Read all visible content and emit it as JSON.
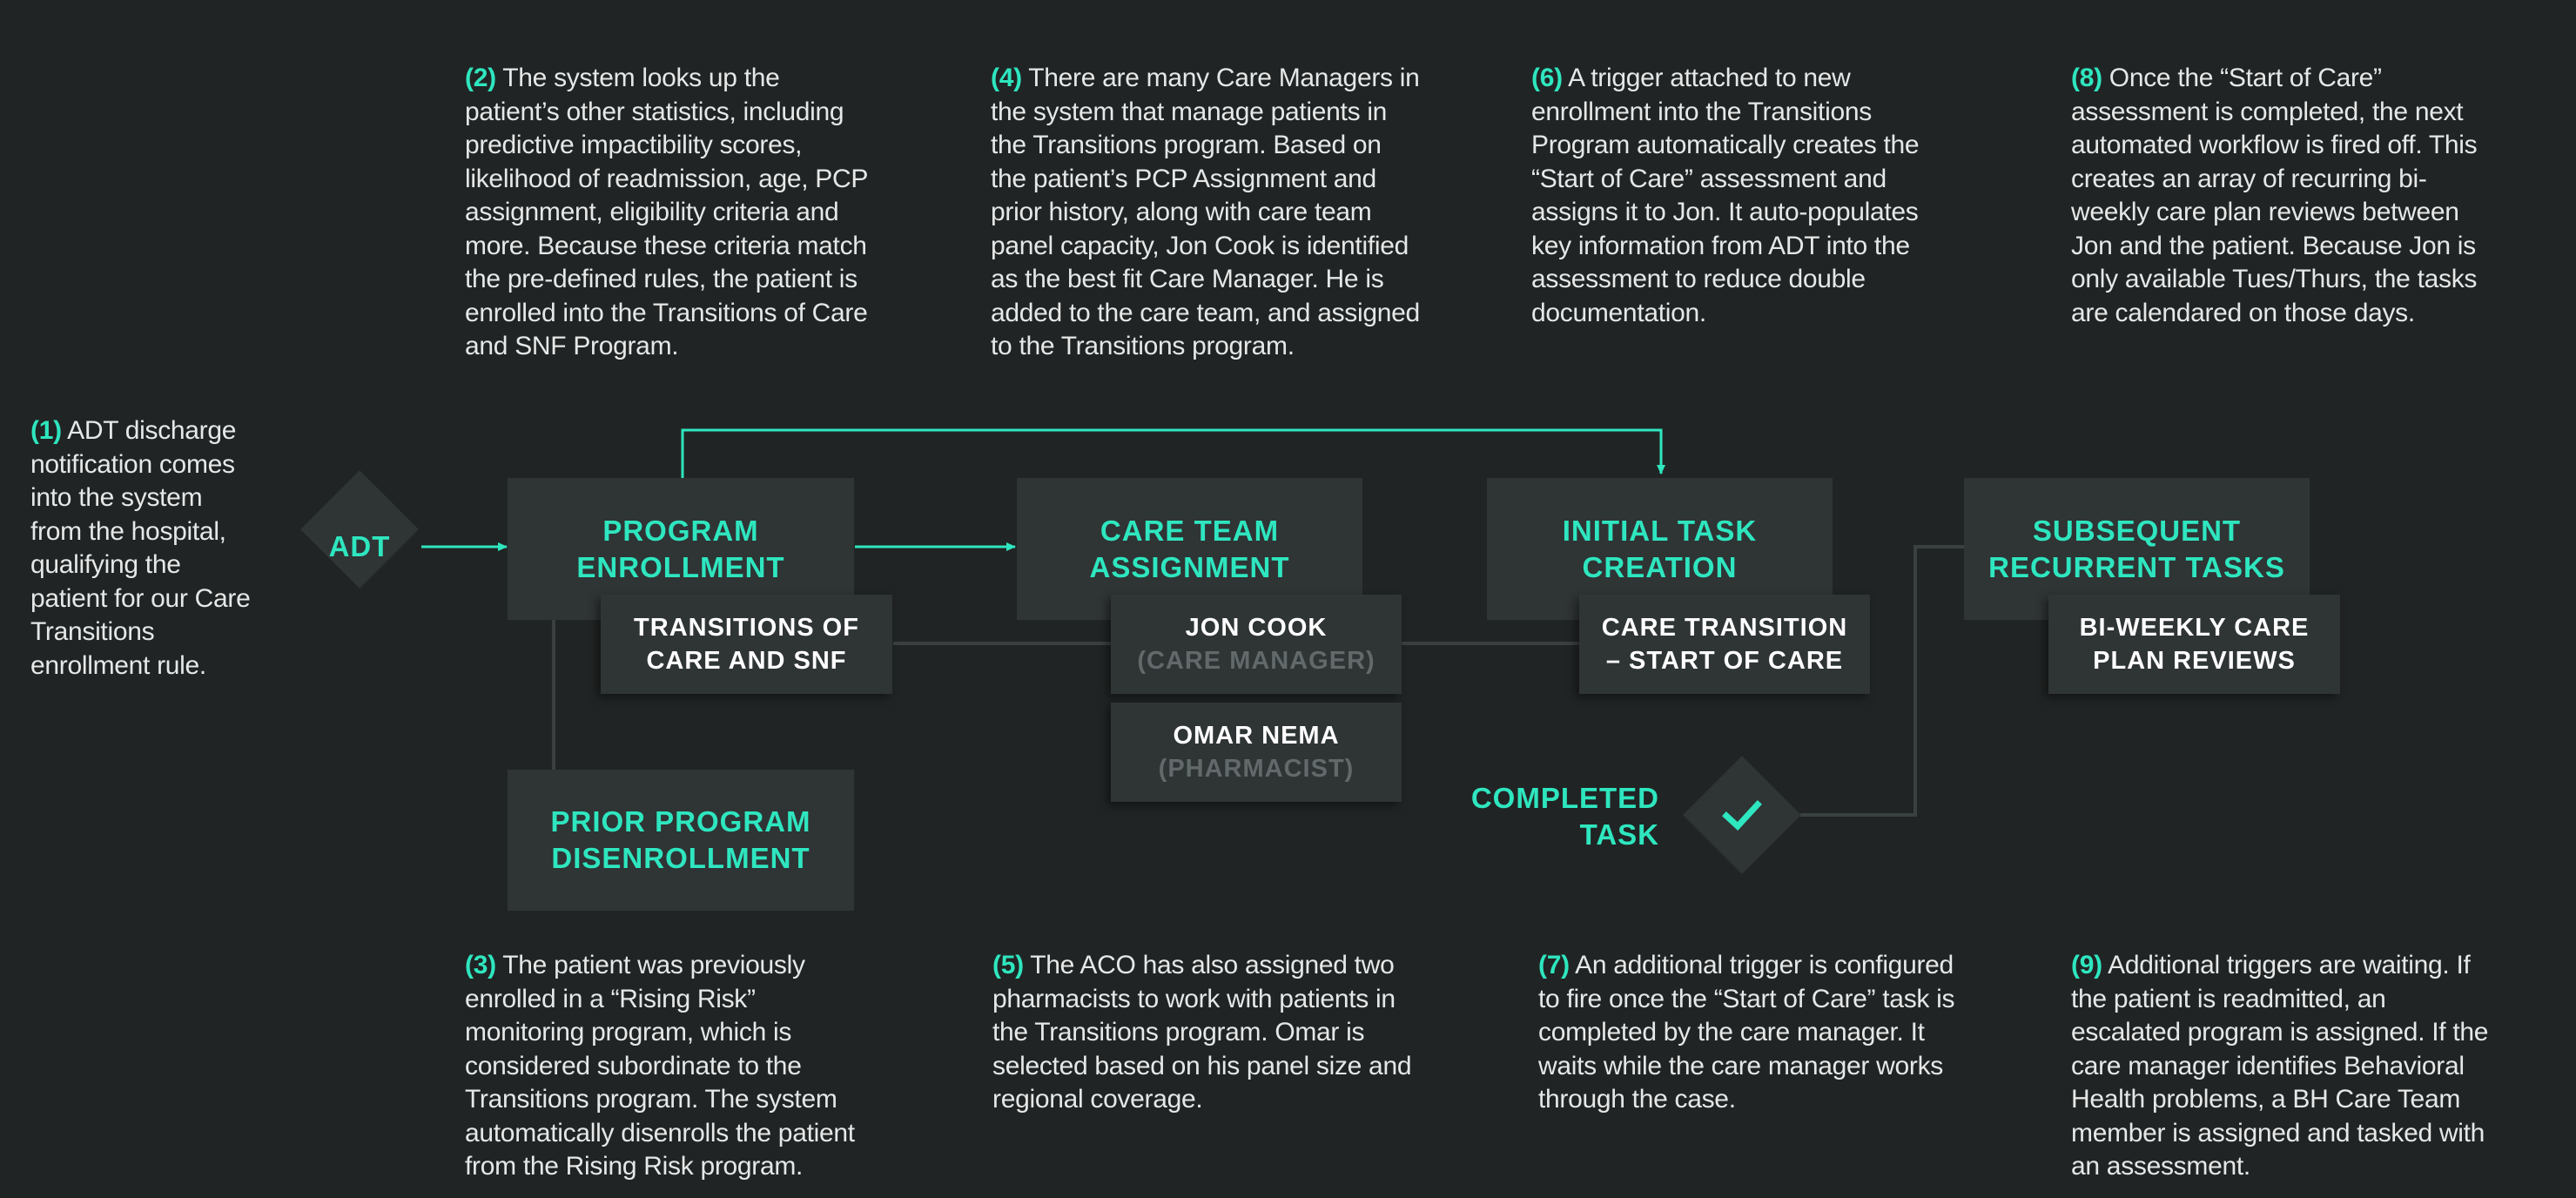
{
  "colors": {
    "background": "#212424",
    "box": "#2f3435",
    "accent": "#2ee6bf",
    "connector": "#3a4041",
    "muted": "#62696a"
  },
  "icons": {
    "check": "check-icon"
  },
  "nodes": {
    "adt": "ADT",
    "program_enrollment": [
      "PROGRAM",
      "ENROLLMENT"
    ],
    "transitions": [
      "TRANSITIONS OF",
      "CARE AND SNF"
    ],
    "prior_disenrollment": [
      "PRIOR PROGRAM",
      "DISENROLLMENT"
    ],
    "care_team_assignment": [
      "CARE TEAM",
      "ASSIGNMENT"
    ],
    "jon_cook": {
      "name": "JON COOK",
      "role": "(CARE MANAGER)"
    },
    "omar_nema": {
      "name": "OMAR NEMA",
      "role": "(PHARMACIST)"
    },
    "initial_task": [
      "INITIAL TASK",
      "CREATION"
    ],
    "care_transition": [
      "CARE TRANSITION",
      "– START OF CARE"
    ],
    "completed_task": [
      "COMPLETED",
      "TASK"
    ],
    "subsequent_tasks": [
      "SUBSEQUENT",
      "RECURRENT TASKS"
    ],
    "biweekly": [
      "BI-WEEKLY CARE",
      "PLAN REVIEWS"
    ]
  },
  "notes": [
    {
      "num": "(1)",
      "lines": [
        " ADT discharge",
        "notification comes",
        "into the system",
        "from the hospital,",
        "qualifying the",
        "patient for our Care",
        "Transitions",
        "enrollment rule."
      ]
    },
    {
      "num": "(2)",
      "lines": [
        " The system looks up the",
        "patient’s other statistics, including",
        "predictive impactibility scores,",
        "likelihood of readmission, age, PCP",
        "assignment, eligibility criteria and",
        "more. Because these criteria match",
        "the pre-defined rules, the patient is",
        "enrolled into the Transitions of Care",
        "and SNF Program."
      ]
    },
    {
      "num": "(3)",
      "lines": [
        " The patient was previously",
        "enrolled in a “Rising Risk”",
        "monitoring program, which is",
        "considered subordinate to the",
        "Transitions program. The system",
        "automatically disenrolls the patient",
        "from the Rising Risk program."
      ]
    },
    {
      "num": "(4)",
      "lines": [
        " There are many Care Managers in",
        "the system that manage patients in",
        "the Transitions program. Based on",
        "the patient’s PCP Assignment and",
        "prior history, along with care team",
        "panel capacity, Jon Cook is identified",
        "as the best fit Care Manager. He is",
        "added to the care team, and assigned",
        "to the Transitions program."
      ]
    },
    {
      "num": "(5)",
      "lines": [
        " The ACO has also assigned two",
        "pharmacists to work with patients in",
        "the Transitions program. Omar is",
        "selected based on his panel size and",
        "regional coverage."
      ]
    },
    {
      "num": "(6)",
      "lines": [
        " A trigger attached to new",
        "enrollment into the Transitions",
        "Program automatically creates the",
        "“Start of Care” assessment and",
        "assigns it to Jon. It auto-populates",
        "key information from ADT into the",
        "assessment to reduce double",
        "documentation."
      ]
    },
    {
      "num": "(7)",
      "lines": [
        " An additional trigger is configured",
        "to fire once the “Start of Care” task is",
        "completed by the care manager. It",
        "waits while the care manager works",
        "through the case."
      ]
    },
    {
      "num": "(8)",
      "lines": [
        " Once the “Start of Care”",
        "assessment is completed, the next",
        "automated workflow is fired off. This",
        "creates an array of recurring bi-",
        "weekly care plan reviews between",
        "Jon and the patient. Because Jon is",
        "only available Tues/Thurs, the tasks",
        "are calendared on those days."
      ]
    },
    {
      "num": "(9)",
      "lines": [
        " Additional triggers are waiting. If",
        "the patient is readmitted, an",
        "escalated program is assigned. If the",
        "care manager identifies Behavioral",
        "Health problems, a BH Care Team",
        "member is assigned and tasked with",
        "an assessment."
      ]
    }
  ]
}
